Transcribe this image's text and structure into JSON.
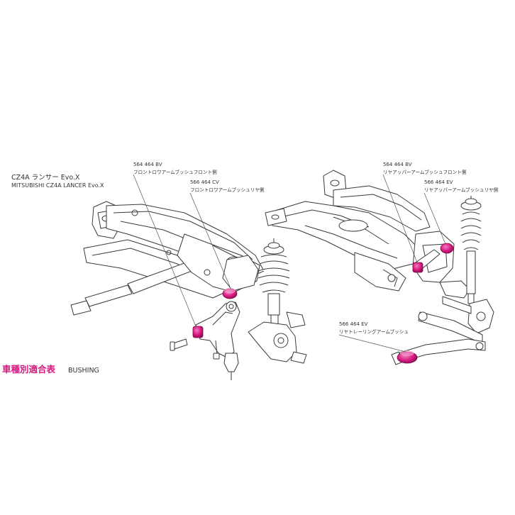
{
  "vehicle": {
    "title": "CZ4A ランサー Evo.X",
    "subtitle": "MITSUBISHI  CZ4A LANCER Evo.X"
  },
  "parts": [
    {
      "code": "564 464 BV",
      "name": "フロントロワアームブッシュフロント側"
    },
    {
      "code": "566 464 CV",
      "name": "フロントロワアームブッシュリヤ側"
    },
    {
      "code": "564 464 BV",
      "name": "リヤアッパーアームブッシュフロント側"
    },
    {
      "code": "566 464 EV",
      "name": "リヤアッパーアームブッシュリヤ側"
    },
    {
      "code": "566 464 EV",
      "name": "リヤトレーリングアームブッシュ"
    }
  ],
  "section": {
    "label": "車種別適合表",
    "label_en": "BUSHING"
  },
  "colors": {
    "highlight": "#d6187f",
    "label_text": "#333333",
    "line_art": "#3a3a3a"
  }
}
